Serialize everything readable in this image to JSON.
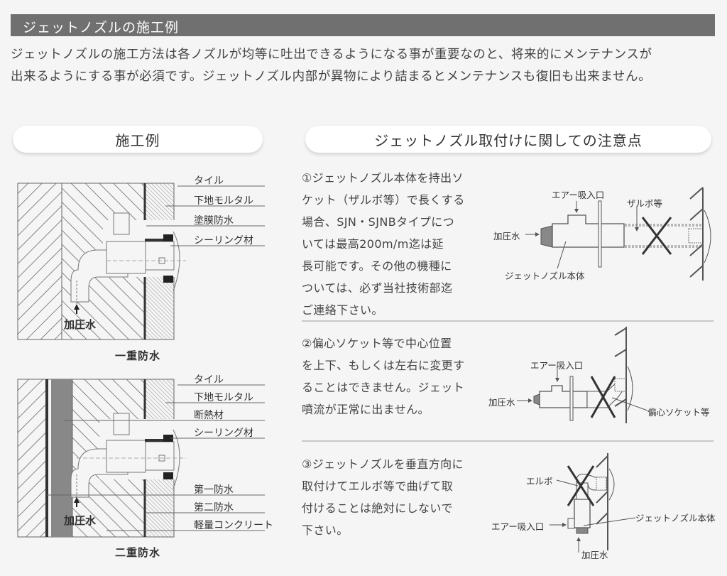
{
  "header": {
    "title": "ジェットノズルの施工例"
  },
  "intro": {
    "line1": "ジェットノズルの施工方法は各ノズルが均等に吐出できるようになる事が重要なのと、将来的にメンテナンスが",
    "line2": "出来るようにする事が必須です。ジェットノズル内部が異物により詰まるとメンテナンスも復旧も出来ません。"
  },
  "left_section": {
    "title": "施工例",
    "diagram1": {
      "caption": "一重防水",
      "labels": [
        "タイル",
        "下地モルタル",
        "塗膜防水",
        "シーリング材"
      ],
      "pressure_label": "加圧水"
    },
    "diagram2": {
      "caption": "二重防水",
      "labels": [
        "タイル",
        "下地モルタル",
        "断熱材",
        "シーリング材",
        "第一防水",
        "第二防水",
        "軽量コンクリート"
      ],
      "pressure_label": "加圧水"
    }
  },
  "right_section": {
    "title": "ジェットノズル取付けに関しての注意点",
    "notes": [
      {
        "lines": [
          "①ジェットノズル本体を持出ソ",
          "ケット（ザルボ等）で長くする",
          "場合、SJN・SJNBタイプにつ",
          "いては最高200m/m迄は延",
          "長可能です。その他の機種に",
          "ついては、必ず当社技術部迄",
          "ご連絡下さい。"
        ],
        "diagram_labels": {
          "air_inlet": "エアー吸入口",
          "pressure": "加圧水",
          "body": "ジェットノズル本体",
          "socket": "ザルボ等"
        }
      },
      {
        "lines": [
          "②偏心ソケット等で中心位置",
          "を上下、もしくは左右に変更す",
          "ることはできません。ジェット",
          "噴流が正常に出ません。"
        ],
        "diagram_labels": {
          "air_inlet": "エアー吸入口",
          "pressure": "加圧水",
          "socket": "偏心ソケット等"
        }
      },
      {
        "lines": [
          "③ジェットノズルを垂直方向に",
          "取付けてエルボ等で曲げて取",
          "付けることは絶対にしないで",
          "下さい。"
        ],
        "diagram_labels": {
          "elbow": "エルボ",
          "air_inlet": "エアー吸入口",
          "body": "ジェットノズル本体",
          "pressure": "加圧水"
        }
      }
    ]
  },
  "colors": {
    "title_bar": "#707070",
    "background": "#f5f5f5",
    "text": "#444444",
    "line": "#555555"
  }
}
